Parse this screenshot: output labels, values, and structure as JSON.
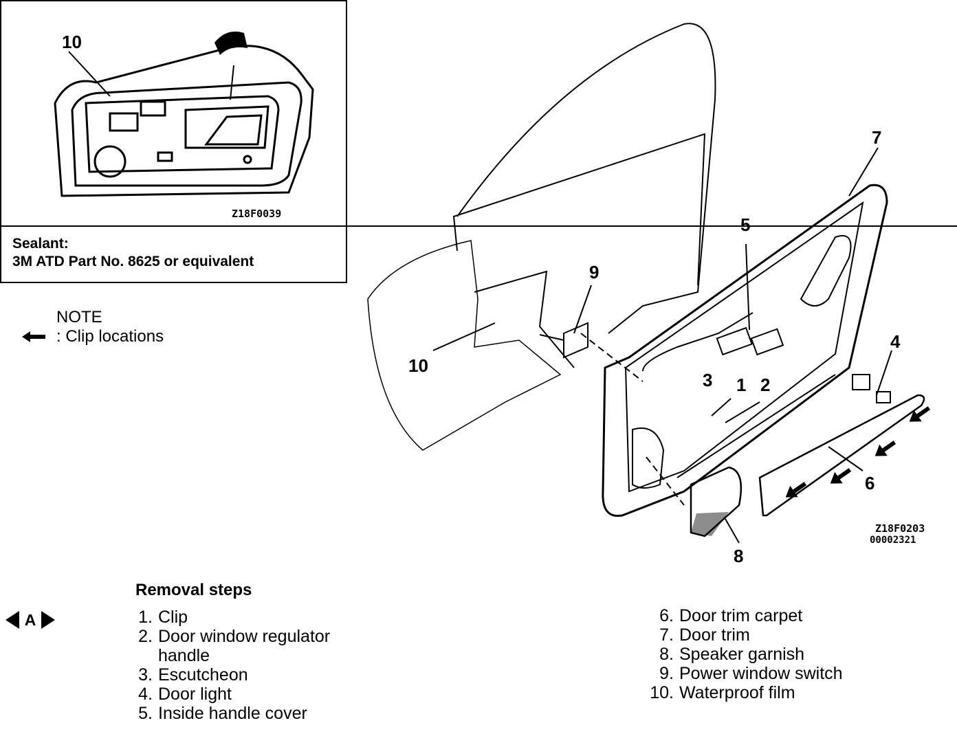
{
  "inset": {
    "callout": "10",
    "figure_code": "Z18F0039",
    "sealant_label": "Sealant:",
    "sealant_text": "3M ATD Part No. 8625 or equivalent"
  },
  "note": {
    "title": "NOTE",
    "clip_text": ": Clip locations",
    "arrow_icon": "clip-location-arrow-icon"
  },
  "main_figure": {
    "code_line1": "Z18F0203",
    "code_line2": "00002321",
    "callouts": [
      "1",
      "2",
      "3",
      "4",
      "5",
      "6",
      "7",
      "8",
      "9",
      "10"
    ]
  },
  "removal": {
    "title": "Removal steps",
    "badge": "A",
    "steps_left": [
      {
        "num": "1.",
        "text": "Clip"
      },
      {
        "num": "2.",
        "text": "Door window regulator"
      },
      {
        "num": "",
        "text": "handle"
      },
      {
        "num": "3.",
        "text": "Escutcheon"
      },
      {
        "num": "4.",
        "text": "Door light"
      },
      {
        "num": "5.",
        "text": "Inside handle cover"
      }
    ],
    "steps_right": [
      {
        "num": "6.",
        "text": "Door trim carpet"
      },
      {
        "num": "7.",
        "text": "Door trim"
      },
      {
        "num": "8.",
        "text": "Speaker garnish"
      },
      {
        "num": "9.",
        "text": "Power window switch"
      },
      {
        "num": "10.",
        "text": "Waterproof film"
      }
    ]
  }
}
